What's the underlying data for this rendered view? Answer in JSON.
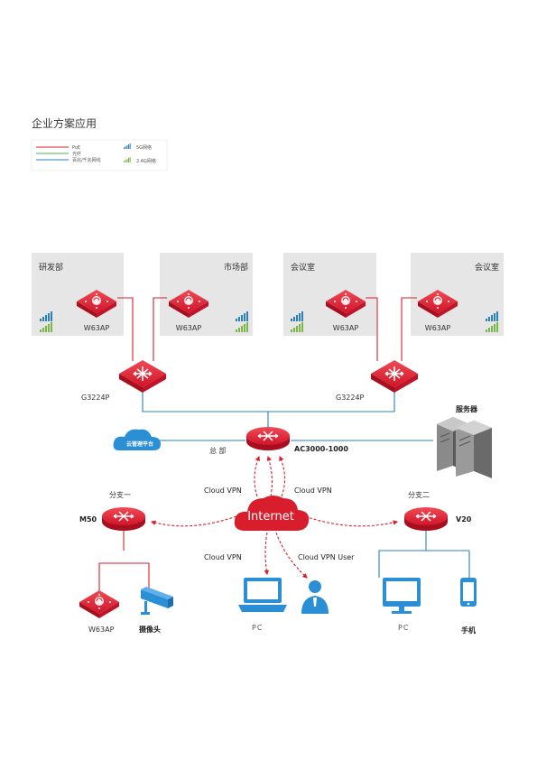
{
  "title": "企业方案应用",
  "legend": {
    "items": [
      {
        "label": "PoE",
        "color": "#e31e24"
      },
      {
        "label": "光纤",
        "color": "#4caf50"
      },
      {
        "label": "百兆/千兆网线",
        "color": "#2a7fc1"
      }
    ],
    "signals": [
      {
        "label": "5G网络",
        "color": "#2a7fc1"
      },
      {
        "label": "2.4G网络",
        "color": "#7ab648"
      }
    ]
  },
  "zones": {
    "rd": "研发部",
    "market": "市场部",
    "meeting1": "会议室",
    "meeting2": "会议室"
  },
  "devices": {
    "ap_rd": "W63AP",
    "ap_market": "W63AP",
    "ap_meeting1": "W63AP",
    "ap_meeting2": "W63AP",
    "switch_left": "G3224P",
    "switch_right": "G3224P",
    "controller": "AC3000-1000",
    "server": "服务器",
    "cloud_platform": "云管理平台",
    "hq": "总 部",
    "branch1": "分支一",
    "branch2": "分支二",
    "router_m50": "M50",
    "router_v20": "V20",
    "internet": "Internet",
    "ap_branch": "W63AP",
    "camera": "摄像头",
    "pc_center": "PC",
    "pc_right": "PC",
    "phone": "手机"
  },
  "vpn": {
    "top_left": "Cloud VPN",
    "top_right": "Cloud VPN",
    "bottom_left": "Cloud VPN",
    "bottom_right": "Cloud VPN User"
  },
  "colors": {
    "red": "#d81e2c",
    "blue": "#2a7fc1",
    "zone_bg": "#e6e6e6",
    "device_blue": "#2b8fd6"
  }
}
